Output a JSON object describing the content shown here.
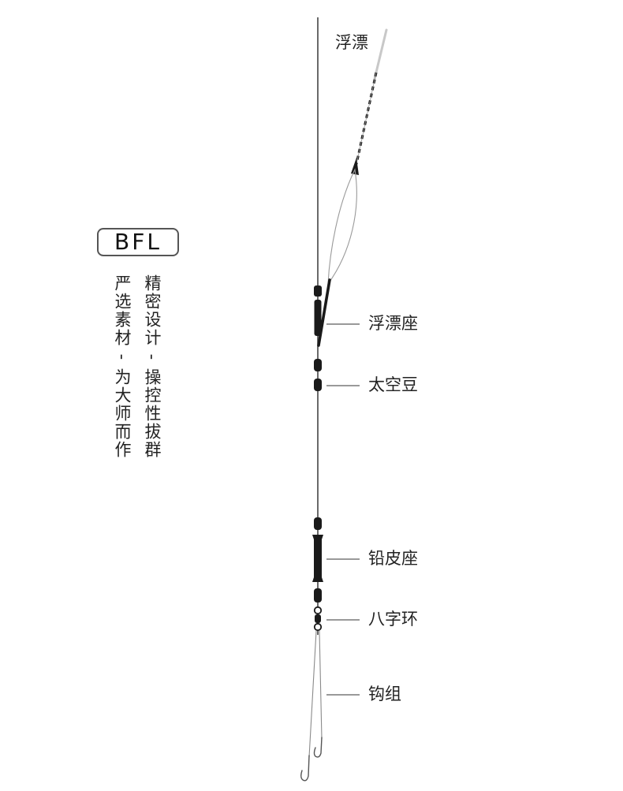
{
  "brand": "BFL",
  "slogan": {
    "right_column": "精密设计 - 操控性拔群",
    "left_column": "严选素材 - 为大师而作"
  },
  "parts": {
    "float": "浮漂",
    "float_seat": "浮漂座",
    "space_beans": "太空豆",
    "sinker_seat": "铅皮座",
    "swivel": "八字环",
    "hook_set": "钩组"
  },
  "colors": {
    "line": "#444444",
    "component": "#1a1a1a",
    "text": "#222222",
    "badge_border": "#555555"
  }
}
